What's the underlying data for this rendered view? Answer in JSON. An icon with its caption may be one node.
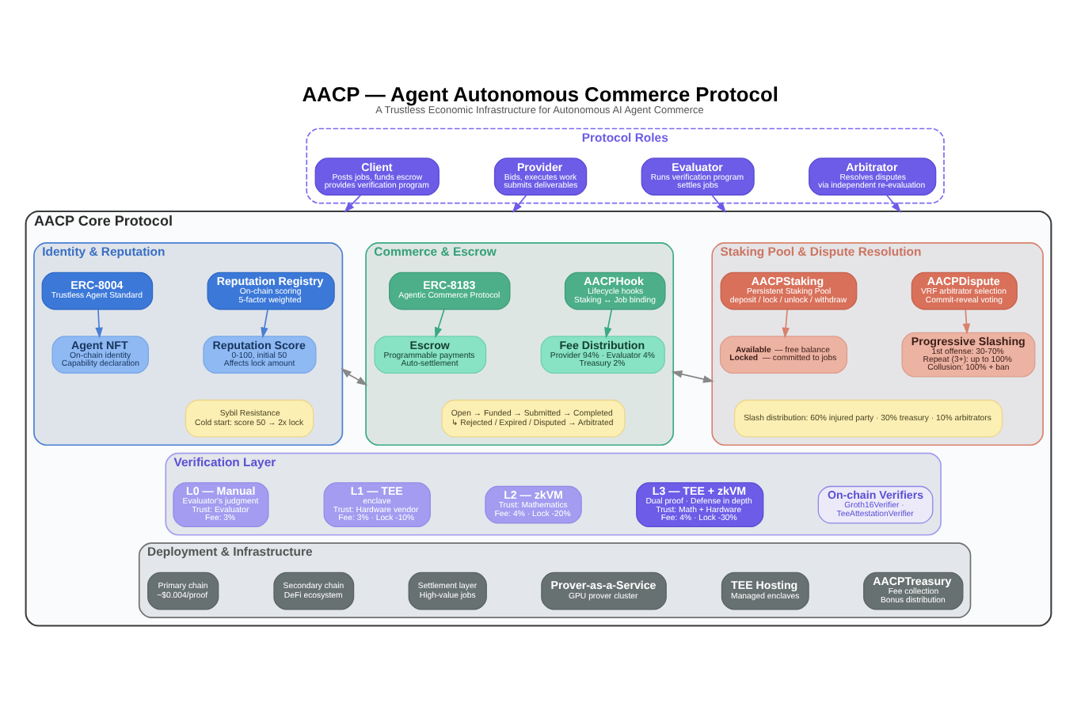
{
  "diagram": {
    "title": "AACP — Agent Autonomous Commerce Protocol",
    "caption": "A Trustless Economic Infrastructure for Autonomous AI Agent Commerce",
    "nodes": [
      {
        "text": [
          "Protocol Roles"
        ]
      },
      {
        "text": [
          "Client",
          "Posts jobs, funds escrow",
          "provides verification program"
        ],
        "in": 0
      },
      {
        "text": [
          "Provider",
          "Bids, executes work",
          "submits deliverables"
        ],
        "in": 0
      },
      {
        "text": [
          "Evaluator",
          "Runs verification program",
          "settles jobs"
        ],
        "in": 0
      },
      {
        "text": [
          "Arbitrator",
          "Resolves disputes",
          "via independent re-evaluation"
        ],
        "in": 0
      },
      {
        "text": [
          "AACP Core Protocol"
        ]
      },
      {
        "text": [
          "Identity & Reputation"
        ],
        "in": 5
      },
      {
        "text": [
          "ERC-8004",
          "Trustless Agent Standard"
        ],
        "in": 6
      },
      {
        "text": [
          "Reputation Registry",
          "On-chain scoring",
          "5-factor weighted"
        ],
        "in": 6
      },
      {
        "text": [
          "Agent NFT",
          "On-chain identity",
          "Capability declaration"
        ],
        "in": 6
      },
      {
        "text": [
          "Reputation Score",
          "0-100, initial 50",
          "Affects lock amount"
        ],
        "in": 6
      },
      {
        "text": [
          "Sybil Resistance",
          "Cold start: score 50 → 2x lock"
        ],
        "in": 6
      },
      {
        "text": [
          "Commerce & Escrow"
        ],
        "in": 5
      },
      {
        "text": [
          "ERC-8183",
          "Agentic Commerce Protocol"
        ],
        "in": 12
      },
      {
        "text": [
          "AACPHook",
          "Lifecycle hooks",
          "Staking ↔ Job binding"
        ],
        "in": 12
      },
      {
        "text": [
          "Escrow",
          "Programmable payments",
          "Auto-settlement"
        ],
        "in": 12
      },
      {
        "text": [
          "Fee Distribution",
          "Provider 94% · Evaluator 4%",
          "Treasury 2%"
        ],
        "in": 12
      },
      {
        "text": [
          "Open → Funded → Submitted → Completed",
          "↳ Rejected / Expired / Disputed → Arbitrated"
        ],
        "in": 12
      },
      {
        "text": [
          "Staking Pool & Dispute Resolution"
        ],
        "in": 5
      },
      {
        "text": [
          "AACPStaking",
          "Persistent Staking Pool",
          "deposit / lock / unlock / withdraw"
        ],
        "in": 18
      },
      {
        "text": [
          "AACPDispute",
          "VRF arbitrator selection",
          "Commit-reveal voting"
        ],
        "in": 18
      },
      {
        "text": [
          "**Available** — free balance",
          "**Locked** — committed to jobs"
        ],
        "in": 18
      },
      {
        "text": [
          "Progressive Slashing",
          "1st offense: 30-70%",
          "Repeat (3+): up to 100%",
          "Collusion: 100% + ban"
        ],
        "in": 18
      },
      {
        "text": [
          "Slash distribution: 60% injured party · 30% treasury · 10% arbitrators"
        ],
        "in": 18
      },
      {
        "text": [
          "Verification Layer"
        ],
        "in": 5
      },
      {
        "text": [
          "L0 — Manual",
          "Evaluator's judgment",
          "Trust: Evaluator",
          "Fee: 3%"
        ],
        "in": 24
      },
      {
        "text": [
          "L1 — TEE",
          "enclave",
          "Trust: Hardware vendor",
          "Fee: 3% · Lock -10%"
        ],
        "in": 24
      },
      {
        "text": [
          "L2 — zkVM",
          "Trust: Mathematics",
          "Fee: 4% · Lock -20%"
        ],
        "in": 24
      },
      {
        "text": [
          "L3 — TEE + zkVM",
          "Dual proof · Defense in depth",
          "Trust: Math + Hardware",
          "Fee: 4% · Lock -30%"
        ],
        "in": 24
      },
      {
        "text": [
          "On-chain Verifiers",
          "Groth16Verifier · TeeAttestationVerifier"
        ],
        "in": 24
      },
      {
        "text": [
          "Deployment & Infrastructure"
        ],
        "in": 5
      },
      {
        "text": [
          "Primary chain",
          "~$0.004/proof"
        ],
        "in": 30
      },
      {
        "text": [
          "Secondary chain",
          "DeFi ecosystem"
        ],
        "in": 30
      },
      {
        "text": [
          "Settlement layer",
          "High-value jobs"
        ],
        "in": 30
      },
      {
        "text": [
          "Prover-as-a-Service",
          "GPU prover cluster"
        ],
        "in": 30
      },
      {
        "text": [
          "TEE Hosting",
          "Managed enclaves"
        ],
        "in": 30
      },
      {
        "text": [
          "AACPTreasury",
          "Fee collection",
          "Bonus distribution"
        ],
        "in": 30
      }
    ],
    "edges": [
      {
        "from": 1,
        "to": 5,
        "arrow": "to"
      },
      {
        "from": 2,
        "to": 5,
        "arrow": "to"
      },
      {
        "from": 3,
        "to": 5,
        "arrow": "to"
      },
      {
        "from": 4,
        "to": 5,
        "arrow": "to"
      },
      {
        "from": 7,
        "to": 9,
        "arrow": "to",
        "color": "#4a7fd4"
      },
      {
        "from": 8,
        "to": 10,
        "arrow": "to",
        "color": "#4a7fd4"
      },
      {
        "from": 13,
        "to": 15,
        "arrow": "to",
        "color": "#3aaa80"
      },
      {
        "from": 14,
        "to": 16,
        "arrow": "to",
        "color": "#3aaa80"
      },
      {
        "from": 19,
        "to": 21,
        "arrow": "to",
        "color": "#d9826c"
      },
      {
        "from": 20,
        "to": 22,
        "arrow": "to",
        "color": "#d9826c"
      },
      {
        "from": 6,
        "to": 12,
        "arrow": "both",
        "color": "#888888"
      },
      {
        "from": 12,
        "to": 18,
        "arrow": "both",
        "color": "#888888"
      }
    ]
  }
}
